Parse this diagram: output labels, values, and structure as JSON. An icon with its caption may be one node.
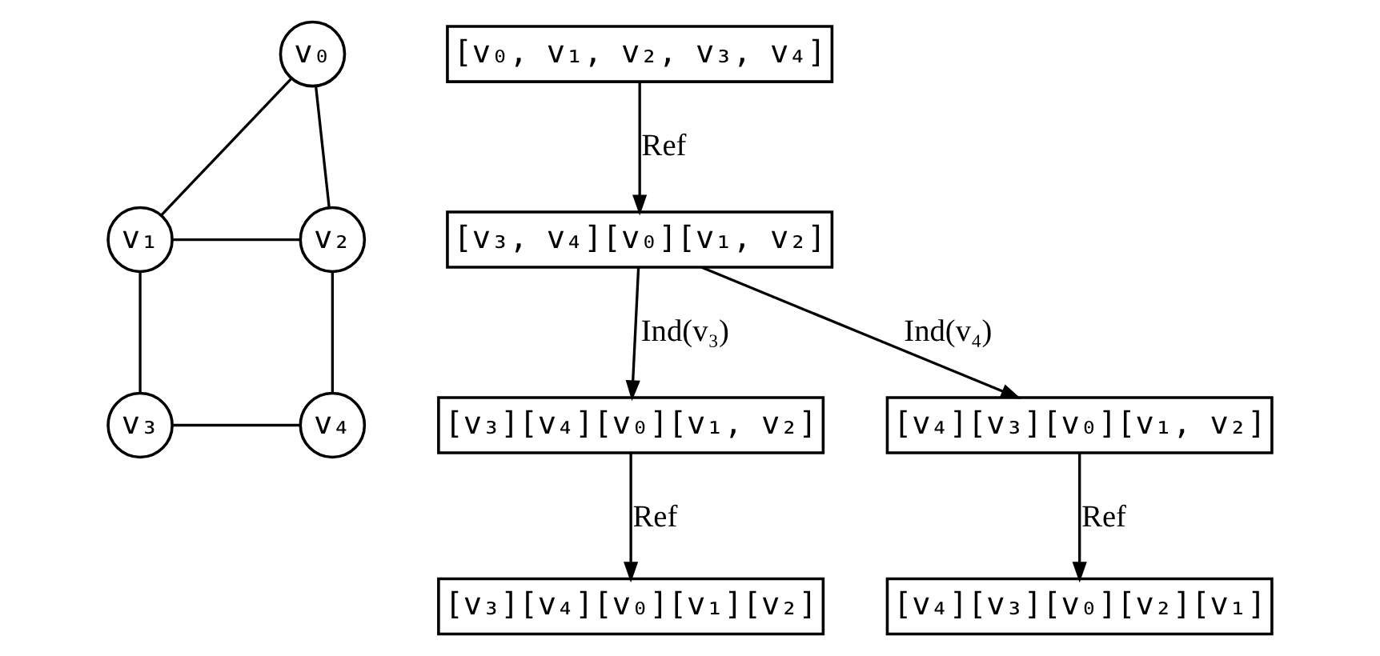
{
  "diagram": {
    "nodes": [
      {
        "text": [
          "v₀"
        ]
      },
      {
        "text": [
          "v₁"
        ]
      },
      {
        "text": [
          "v₂"
        ]
      },
      {
        "text": [
          "v₃"
        ]
      },
      {
        "text": [
          "v₄"
        ]
      },
      {
        "text": [
          "[v₀, v₁, v₂, v₃, v₄]"
        ]
      },
      {
        "text": [
          "[v₃, v₄][v₀][v₁, v₂]"
        ]
      },
      {
        "text": [
          "[v₃][v₄][v₀][v₁, v₂]"
        ]
      },
      {
        "text": [
          "[v₄][v₃][v₀][v₁, v₂]"
        ]
      },
      {
        "text": [
          "[v₃][v₄][v₀][v₁][v₂]"
        ]
      },
      {
        "text": [
          "[v₄][v₃][v₀][v₂][v₁]"
        ]
      }
    ],
    "edges": [
      {
        "from": 0,
        "to": 1,
        "arrow": "none"
      },
      {
        "from": 0,
        "to": 2,
        "arrow": "none"
      },
      {
        "from": 1,
        "to": 2,
        "arrow": "none"
      },
      {
        "from": 1,
        "to": 3,
        "arrow": "none"
      },
      {
        "from": 2,
        "to": 4,
        "arrow": "none"
      },
      {
        "from": 3,
        "to": 4,
        "arrow": "none"
      },
      {
        "from": 5,
        "to": 6,
        "arrow": "to",
        "label": "Ref"
      },
      {
        "from": 6,
        "to": 7,
        "arrow": "to",
        "label": "Ind(v₃)"
      },
      {
        "from": 6,
        "to": 8,
        "arrow": "to",
        "label": "Ind(v₄)"
      },
      {
        "from": 7,
        "to": 9,
        "arrow": "to",
        "label": "Ref"
      },
      {
        "from": 8,
        "to": 10,
        "arrow": "to",
        "label": "Ref"
      }
    ]
  }
}
